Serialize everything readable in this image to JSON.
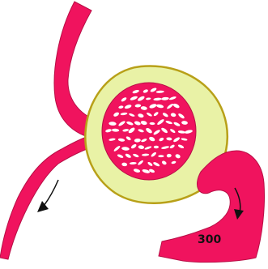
{
  "colors": {
    "vessel": "#f0135e",
    "vessel_outline": "#b80f46",
    "capsule": "#e9f2a6",
    "capsule_outline": "#b8a018",
    "pore": "#ffffff",
    "arrow": "#111111"
  },
  "labels": {
    "number": "300"
  },
  "icons": {
    "afferent_flow": "arrow-down-left",
    "efferent_flow": "arrow-down-curved"
  }
}
